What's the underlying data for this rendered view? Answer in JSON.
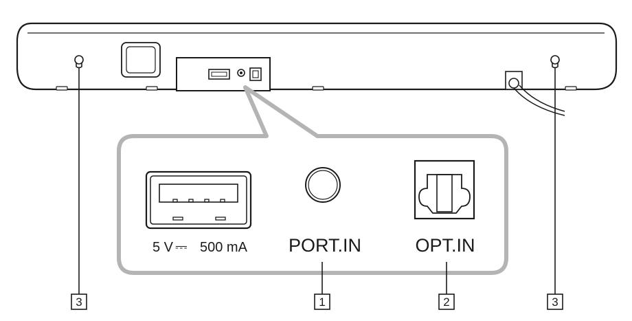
{
  "callout": {
    "usb_rating": {
      "left": "5 V",
      "symbol": "⎓",
      "right": "500 mA"
    },
    "port_in_label": "PORT.IN",
    "opt_in_label": "OPT.IN"
  },
  "markers": {
    "port_in_number": "1",
    "opt_in_number": "2",
    "keyhole_left_number": "3",
    "keyhole_right_number": "3"
  }
}
